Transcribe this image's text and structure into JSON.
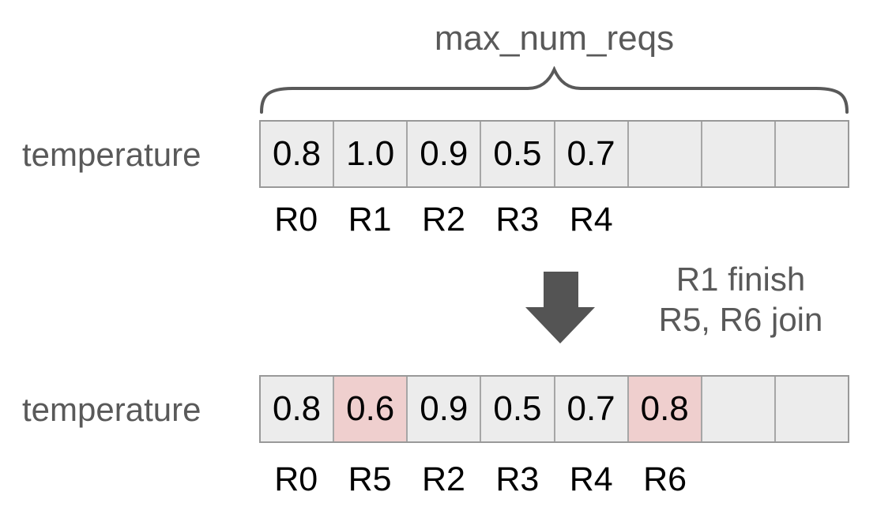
{
  "colors": {
    "text_gray": "#595959",
    "value_color": "#000000",
    "cell_bg": "#ececec",
    "cell_highlight_bg": "#efcfce",
    "cell_border": "#a6a6a6",
    "outer_border": "#999999",
    "arrow_fill": "#545454",
    "brace_stroke": "#595959"
  },
  "brace": {
    "label": "max_num_reqs"
  },
  "top_row": {
    "label": "temperature",
    "cells": [
      {
        "value": "0.8",
        "highlight": false
      },
      {
        "value": "1.0",
        "highlight": false
      },
      {
        "value": "0.9",
        "highlight": false
      },
      {
        "value": "0.5",
        "highlight": false
      },
      {
        "value": "0.7",
        "highlight": false
      },
      {
        "value": "",
        "highlight": false
      },
      {
        "value": "",
        "highlight": false
      },
      {
        "value": "",
        "highlight": false
      }
    ],
    "indices": [
      "R0",
      "R1",
      "R2",
      "R3",
      "R4",
      "",
      "",
      ""
    ]
  },
  "transition": {
    "note_line1": "R1 finish",
    "note_line2": "R5, R6 join"
  },
  "bottom_row": {
    "label": "temperature",
    "cells": [
      {
        "value": "0.8",
        "highlight": false
      },
      {
        "value": "0.6",
        "highlight": true
      },
      {
        "value": "0.9",
        "highlight": false
      },
      {
        "value": "0.5",
        "highlight": false
      },
      {
        "value": "0.7",
        "highlight": false
      },
      {
        "value": "0.8",
        "highlight": true
      },
      {
        "value": "",
        "highlight": false
      },
      {
        "value": "",
        "highlight": false
      }
    ],
    "indices": [
      "R0",
      "R5",
      "R2",
      "R3",
      "R4",
      "R6",
      "",
      ""
    ]
  }
}
